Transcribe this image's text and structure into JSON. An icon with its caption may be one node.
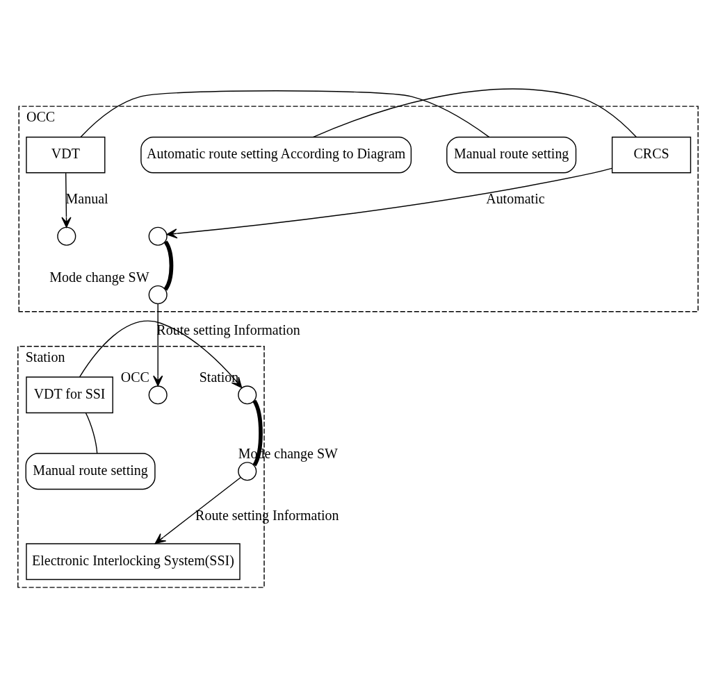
{
  "diagram": {
    "nodes": [
      {
        "text": [
          "OCC"
        ]
      },
      {
        "text": [
          "VDT"
        ],
        "in": 0
      },
      {
        "text": [
          "CRCS"
        ],
        "in": 0
      },
      {
        "text": [
          "Manual route setting"
        ],
        "in": 0
      },
      {
        "text": [
          "Automatic route setting According to Diagram"
        ],
        "in": 0
      },
      {
        "text": [],
        "shape": "circle",
        "in": 0
      },
      {
        "text": [],
        "shape": "circle",
        "in": 0
      },
      {
        "text": [],
        "shape": "circle",
        "in": 0,
        "beside": [
          "Mode change SW"
        ]
      },
      {
        "text": [
          "Station"
        ]
      },
      {
        "text": [],
        "shape": "circle",
        "in": 8,
        "beside": [
          "OCC"
        ]
      },
      {
        "text": [],
        "shape": "circle",
        "in": 8,
        "beside": [
          "Station"
        ]
      },
      {
        "text": [],
        "shape": "circle",
        "in": 8,
        "beside": [
          "Mode change SW"
        ]
      },
      {
        "text": [
          "VDT for SSI"
        ],
        "in": 8
      },
      {
        "text": [
          "Manual route setting"
        ],
        "in": 8
      },
      {
        "text": [
          "Electronic Interlocking System(SSI)"
        ],
        "in": 8
      }
    ],
    "edges": [
      {
        "from": 3,
        "to": 1,
        "arrow": "none"
      },
      {
        "from": 4,
        "to": 2,
        "arrow": "none"
      },
      {
        "from": 1,
        "to": 5,
        "arrow": "to",
        "label": "Manual"
      },
      {
        "from": 2,
        "to": 6,
        "arrow": "to",
        "label": "Automatic"
      },
      {
        "from": 7,
        "to": 6,
        "arrow": "none",
        "style": "thick"
      },
      {
        "from": 7,
        "to": 9,
        "arrow": "to",
        "label": "Route setting Information"
      },
      {
        "from": 12,
        "to": 10,
        "arrow": "to"
      },
      {
        "from": 11,
        "to": 10,
        "arrow": "none",
        "style": "thick"
      },
      {
        "from": 13,
        "to": 12,
        "arrow": "none"
      },
      {
        "from": 11,
        "to": 14,
        "arrow": "to",
        "label": "Route setting Information"
      }
    ]
  }
}
